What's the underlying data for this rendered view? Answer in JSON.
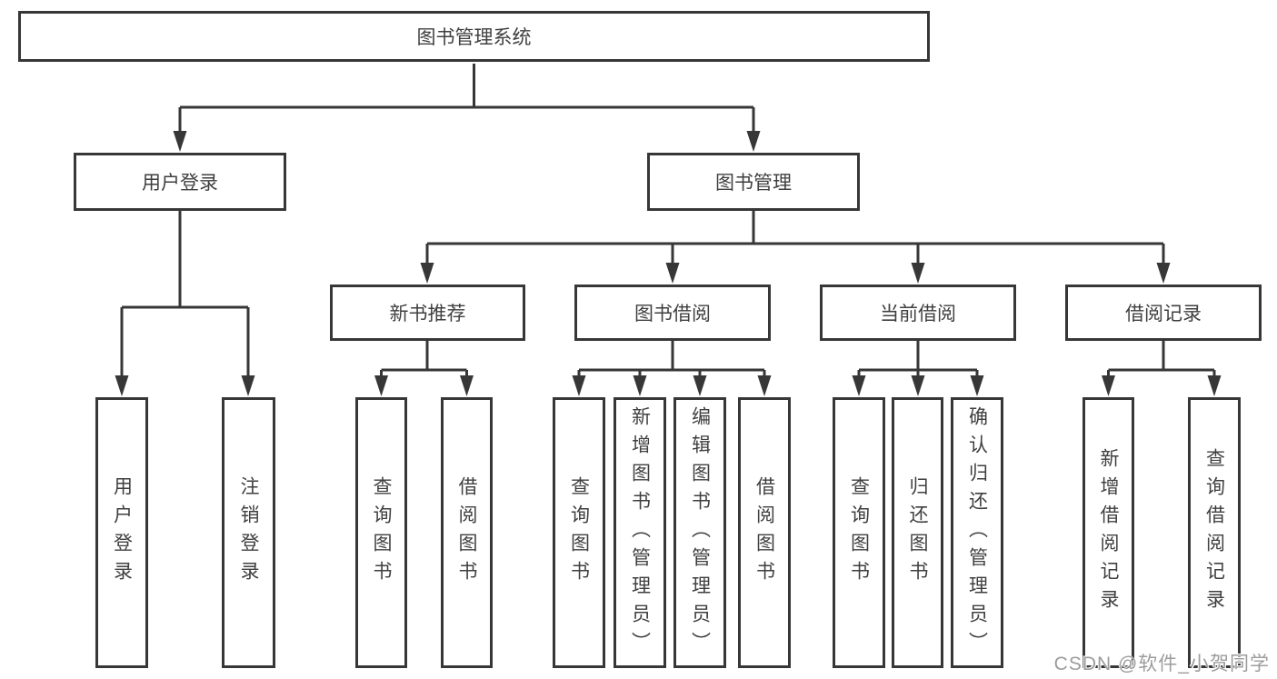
{
  "diagram": {
    "title": "图书管理系统",
    "type": "hierarchy-tree"
  },
  "nodes": {
    "root": "图书管理系统",
    "l2_user_login": "用户登录",
    "l2_book_mgmt": "图书管理",
    "l3_new_book": "新书推荐",
    "l3_book_borrow": "图书借阅",
    "l3_current_borrow": "当前借阅",
    "l3_borrow_records": "借阅记录",
    "leaf_user_login": "用户登录",
    "leaf_logout": "注销登录",
    "leaf_nb_query": "查询图书",
    "leaf_nb_borrow": "借阅图书",
    "leaf_bb_query": "查询图书",
    "leaf_bb_add": "新增图书（管理员）",
    "leaf_bb_edit": "编辑图书（管理员）",
    "leaf_bb_borrow": "借阅图书",
    "leaf_cb_query": "查询图书",
    "leaf_cb_return": "归还图书",
    "leaf_cb_confirm": "确认归还（管理员）",
    "leaf_hist_add": "新增借阅记录",
    "leaf_hist_query": "查询借阅记录"
  },
  "watermark": {
    "text": "CSDN @软件_小贺同学"
  },
  "colors": {
    "line": "#373737",
    "text": "#3f3f3f",
    "background": "#ffffff",
    "watermark": "#9c9c9c"
  }
}
